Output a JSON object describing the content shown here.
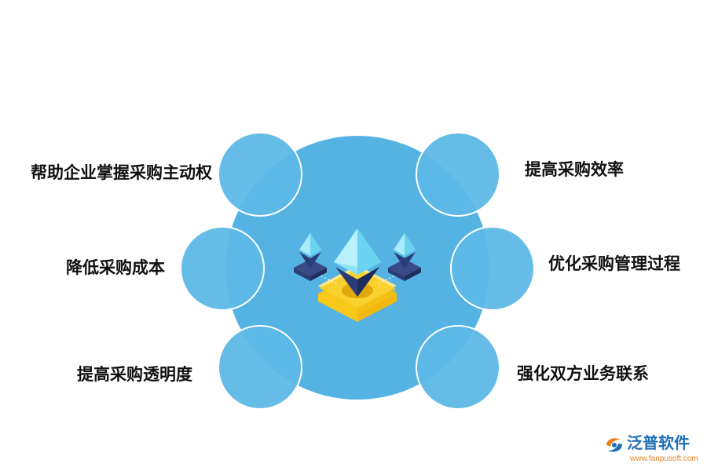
{
  "colors": {
    "central_circle": "#55b3e3",
    "satellite_circle": "#5db8e6",
    "satellite_stroke": "#ffffff",
    "crystal_light": "#a8ecfb",
    "crystal_mid": "#6ad4f0",
    "crystal_dark": "#2b3d77",
    "base_yellow": "#f6c81a",
    "base_yellow_light": "#fde68a",
    "base_dark": "#3a4a86",
    "label_text": "#111111",
    "logo_blue": "#1f6fb6",
    "logo_orange": "#e8842a"
  },
  "labels": {
    "top_left": "帮助企业掌握采购主动权",
    "middle_left": "降低采购成本",
    "bottom_left": "提高采购透明度",
    "top_right": "提高采购效率",
    "middle_right": "优化采购管理过程",
    "bottom_right": "强化双方业务联系"
  },
  "center_icon": "ethereum-crystal-platform-icon",
  "logo": {
    "name": "泛普软件",
    "url": "www.fanpusoft.com",
    "icon": "fanpu-logo-icon"
  }
}
